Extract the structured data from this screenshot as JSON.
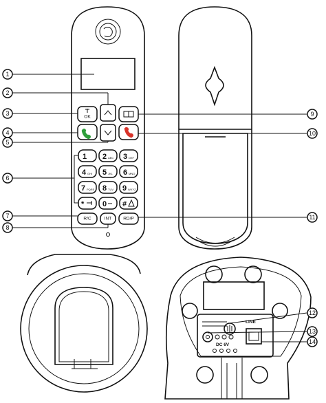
{
  "callouts": [
    {
      "n": "1",
      "label": "①"
    },
    {
      "n": "2",
      "label": "②"
    },
    {
      "n": "3",
      "label": "③"
    },
    {
      "n": "4",
      "label": "④"
    },
    {
      "n": "5",
      "label": "⑤"
    },
    {
      "n": "6",
      "label": "⑥"
    },
    {
      "n": "7",
      "label": "⑦"
    },
    {
      "n": "8",
      "label": "⑧"
    },
    {
      "n": "9",
      "label": "⑨"
    },
    {
      "n": "10",
      "label": "⑩"
    },
    {
      "n": "11",
      "label": "⑪"
    },
    {
      "n": "12",
      "label": "⑫"
    },
    {
      "n": "13",
      "label": "⑬"
    },
    {
      "n": "14",
      "label": "⑭"
    }
  ],
  "keypad": [
    {
      "main": "1",
      "sub": ""
    },
    {
      "main": "2",
      "sub": "ABC"
    },
    {
      "main": "3",
      "sub": "DEF"
    },
    {
      "main": "4",
      "sub": "GHI"
    },
    {
      "main": "5",
      "sub": "JKL"
    },
    {
      "main": "6",
      "sub": "MNO"
    },
    {
      "main": "7",
      "sub": "PQRS"
    },
    {
      "main": "8",
      "sub": "TUV"
    },
    {
      "main": "9",
      "sub": "WXYZ"
    },
    {
      "main": "*",
      "sub": ""
    },
    {
      "main": "0",
      "sub": ""
    },
    {
      "main": "#",
      "sub": ""
    }
  ],
  "buttons": {
    "ok": "OK",
    "rc": "R/C",
    "int": "INT",
    "rdp": "RD/P"
  },
  "base": {
    "line": "LINE",
    "dc": "DC 6V"
  },
  "icons": {
    "up": "chevron-up-icon",
    "down": "chevron-down-icon",
    "phonebook": "phonebook-icon",
    "talk": "green-phone-icon",
    "end": "red-phone-icon"
  },
  "colors": {
    "talk": "#2e9e3a",
    "end": "#d8332a"
  }
}
